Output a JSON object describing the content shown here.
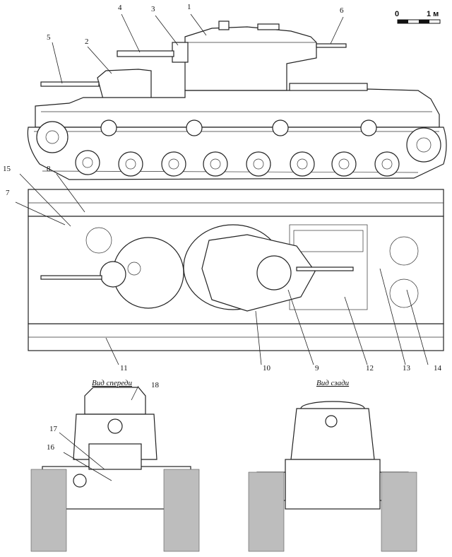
{
  "scale": {
    "start": "0",
    "end": "1 м"
  },
  "views": {
    "front": "Вид спереди",
    "rear": "Вид сзади"
  },
  "callouts": [
    "1",
    "2",
    "3",
    "4",
    "5",
    "6",
    "7",
    "8",
    "9",
    "10",
    "11",
    "12",
    "13",
    "14",
    "15",
    "16",
    "17",
    "18"
  ]
}
